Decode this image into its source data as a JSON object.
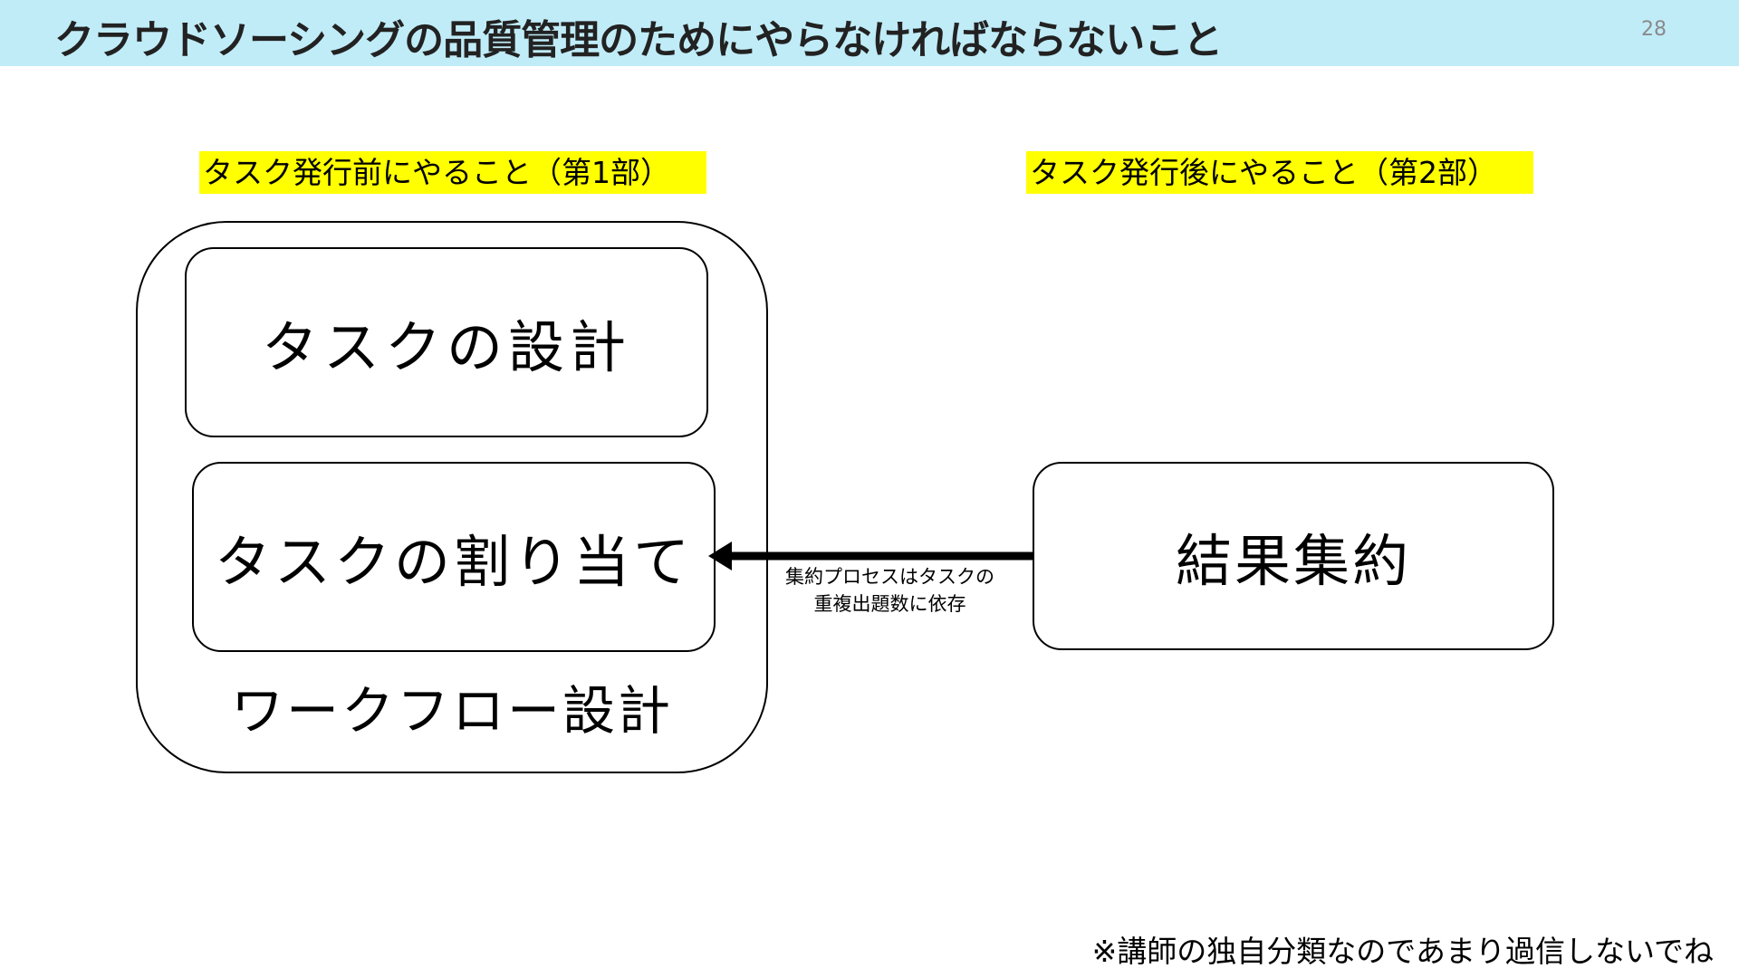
{
  "slide": {
    "title": "クラウドソーシングの品質管理のためにやらなければならないこと",
    "page_number": "28",
    "title_bar_color": "#c0ecf8",
    "highlight_color": "#ffff00"
  },
  "phases": {
    "before_label": "タスク発行前にやること（第1部）",
    "after_label": "タスク発行後にやること（第2部）"
  },
  "workflow": {
    "group_label": "ワークフロー設計",
    "task_design": "タスクの設計",
    "task_assignment": "タスクの割り当て"
  },
  "aggregation": {
    "label": "結果集約"
  },
  "arrow": {
    "note_line1": "集約プロセスはタスクの",
    "note_line2": "重複出題数に依存"
  },
  "footnote": "※講師の独自分類なのであまり過信しないでね"
}
